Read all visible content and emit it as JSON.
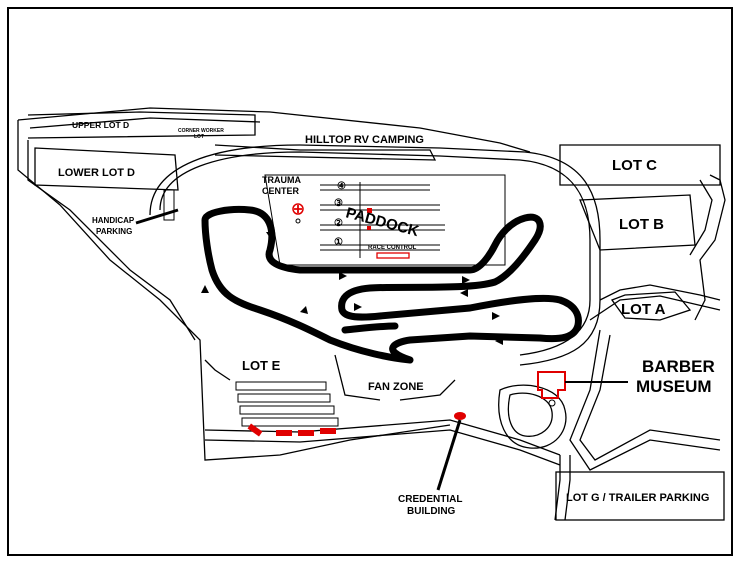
{
  "colors": {
    "track": "#000000",
    "outline": "#000000",
    "highlight": "#e00000",
    "background": "#ffffff"
  },
  "labels": {
    "upper_lot_d": "UPPER LOT D",
    "corner_worker_lot_1": "CORNER WORKER",
    "corner_worker_lot_2": "LOT",
    "hilltop_rv": "HILLTOP RV CAMPING",
    "lower_lot_d": "LOWER LOT D",
    "lot_c": "LOT C",
    "lot_b": "LOT B",
    "lot_a": "LOT A",
    "trauma_center_1": "TRAUMA",
    "trauma_center_2": "CENTER",
    "paddock": "PADDOCK",
    "race_control": "RACE CONTROL",
    "handicap_1": "HANDICAP",
    "handicap_2": "PARKING",
    "lot_e": "LOT E",
    "fan_zone": "FAN ZONE",
    "barber_1": "BARBER",
    "barber_2": "MUSEUM",
    "credential_1": "CREDENTIAL",
    "credential_2": "BUILDING",
    "lot_g": "LOT G / TRAILER PARKING"
  },
  "paddock_rows": [
    "④",
    "③",
    "②",
    "①"
  ],
  "icons": {
    "trauma": "medical-cross-icon",
    "arrow": "direction-arrow-icon"
  }
}
